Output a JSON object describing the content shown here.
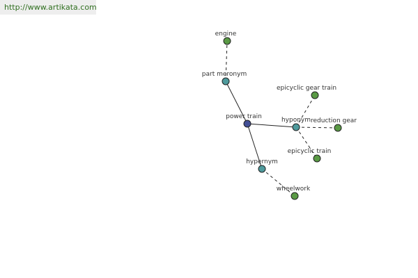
{
  "site": {
    "url": "http://www.artikata.com"
  },
  "colors": {
    "root": "#434f96",
    "relation": "#4e9a9c",
    "term": "#5a9a45",
    "stroke": "#222222",
    "url_text": "#2f6f1f",
    "url_bg": "#eeeeee"
  },
  "graph": {
    "nodes": [
      {
        "id": "power-train",
        "label": "power train",
        "kind": "root"
      },
      {
        "id": "part-meronym",
        "label": "part meronym",
        "kind": "relation"
      },
      {
        "id": "hyponym",
        "label": "hyponym",
        "kind": "relation"
      },
      {
        "id": "hypernym",
        "label": "hypernym",
        "kind": "relation"
      },
      {
        "id": "engine",
        "label": "engine",
        "kind": "term"
      },
      {
        "id": "epicyclic-gear-train",
        "label": "epicyclic gear train",
        "kind": "term"
      },
      {
        "id": "reduction-gear",
        "label": "reduction gear",
        "kind": "term"
      },
      {
        "id": "epicyclic-train",
        "label": "epicyclic train",
        "kind": "term"
      },
      {
        "id": "wheelwork",
        "label": "wheelwork",
        "kind": "term"
      }
    ],
    "edges": [
      {
        "from": "power-train",
        "to": "part-meronym",
        "style": "solid"
      },
      {
        "from": "power-train",
        "to": "hyponym",
        "style": "solid"
      },
      {
        "from": "power-train",
        "to": "hypernym",
        "style": "solid"
      },
      {
        "from": "part-meronym",
        "to": "engine",
        "style": "dashed"
      },
      {
        "from": "hyponym",
        "to": "epicyclic-gear-train",
        "style": "dashed"
      },
      {
        "from": "hyponym",
        "to": "reduction-gear",
        "style": "dashed"
      },
      {
        "from": "hyponym",
        "to": "epicyclic-train",
        "style": "dashed"
      },
      {
        "from": "hypernym",
        "to": "wheelwork",
        "style": "dashed"
      }
    ]
  }
}
